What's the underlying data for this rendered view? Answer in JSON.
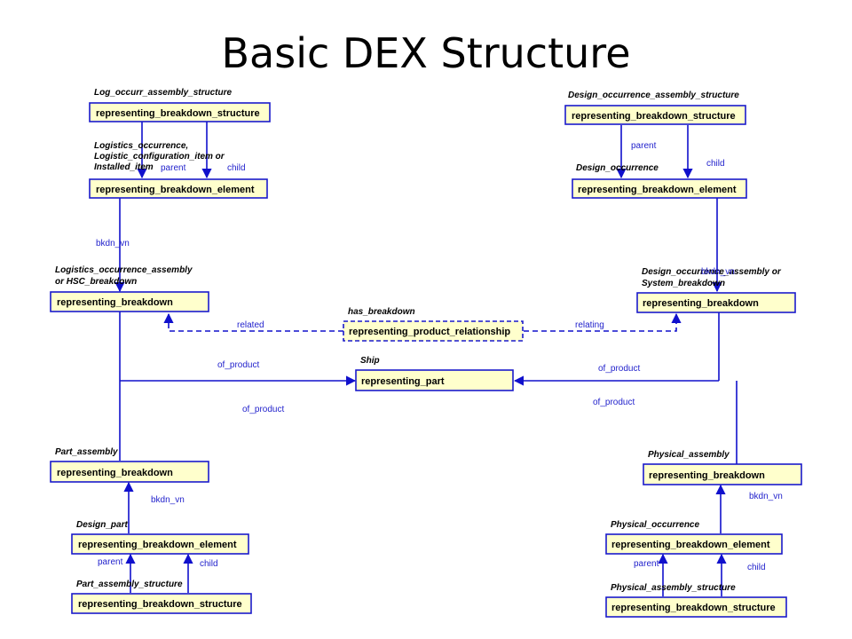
{
  "title": "Basic DEX Structure",
  "nodes": {
    "left_structure": "representing_breakdown_structure",
    "left_element": "representing_breakdown_element",
    "left_breakdown": "representing_breakdown",
    "left_part_breakdown": "representing_breakdown",
    "left_design_element": "representing_breakdown_element",
    "left_bottom_structure": "representing_breakdown_structure",
    "right_structure": "representing_breakdown_structure",
    "right_element": "representing_breakdown_element",
    "right_breakdown": "representing_breakdown",
    "right_phys_breakdown": "representing_breakdown",
    "right_phys_element": "representing_breakdown_element",
    "right_bottom_structure": "representing_breakdown_structure",
    "product_relationship": "representing_product_relationship",
    "part": "representing_part"
  },
  "contexts": {
    "log_occurr": "Log_occurr_assembly_structure",
    "logistics_occurrence_1": "Logistics_occurrence,",
    "logistics_occurrence_2": "Logistic_configuration_item or",
    "logistics_occurrence_3": "Installed_item",
    "logistics_assembly_1": "Logistics_occurrence_assembly",
    "logistics_assembly_2": "or HSC_breakdown",
    "has_breakdown": "has_breakdown",
    "ship": "Ship",
    "part_assembly": "Part_assembly",
    "design_part": "Design_part",
    "part_assembly_structure": "Part_assembly_structure",
    "design_occ_structure": "Design_occurrence_assembly_structure",
    "design_occurrence": "Design_occurrence",
    "design_occ_assembly_1": "Design_occurrence_assembly or",
    "design_occ_assembly_2": "System_breakdown",
    "physical_assembly": "Physical_assembly",
    "physical_occurrence": "Physical_occurrence",
    "physical_assembly_structure": "Physical_assembly_structure"
  },
  "edge_labels": {
    "parent": "parent",
    "child": "child",
    "bkdn_vn": "bkdn_vn",
    "related": "related",
    "relating": "relating",
    "of_product": "of_product"
  }
}
